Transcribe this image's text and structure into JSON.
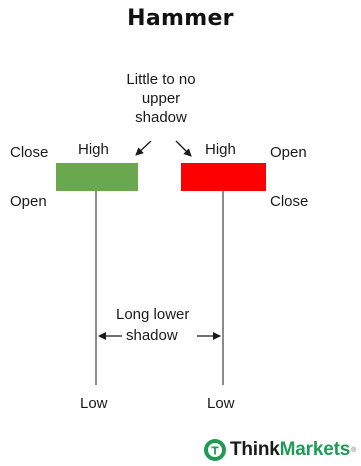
{
  "title": "Hammer",
  "candles": {
    "bullish": {
      "high_label": "High",
      "low_label": "Low",
      "close_label": "Close",
      "open_label": "Open",
      "color": "#6aa84f"
    },
    "bearish": {
      "high_label": "High",
      "low_label": "Low",
      "open_label": "Open",
      "close_label": "Close",
      "color": "#ff0000"
    }
  },
  "annotations": {
    "upper_shadow": [
      "Little to no",
      "upper",
      "shadow"
    ],
    "lower_shadow_line1": "Long lower",
    "lower_shadow_line2": "shadow"
  },
  "logo": {
    "think": "Think",
    "markets": "Markets",
    "reg": "®",
    "icon": "thinkmarkets-logo-icon",
    "color": "#1f9b55"
  }
}
